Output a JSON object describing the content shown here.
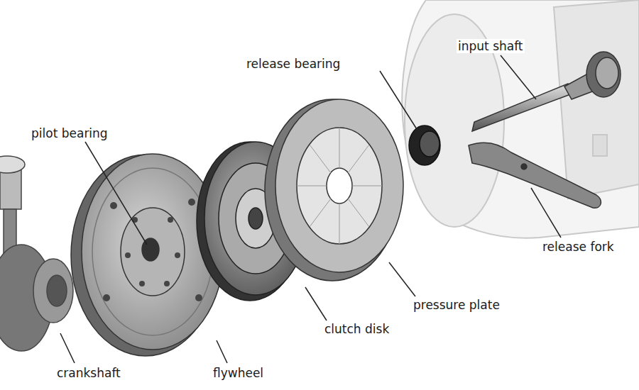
{
  "diagram": {
    "labels": [
      "release bearing",
      "input shaft",
      "pilot bearing",
      "release fork",
      "pressure plate",
      "clutch disk",
      "crankshaft",
      "flywheel"
    ]
  }
}
